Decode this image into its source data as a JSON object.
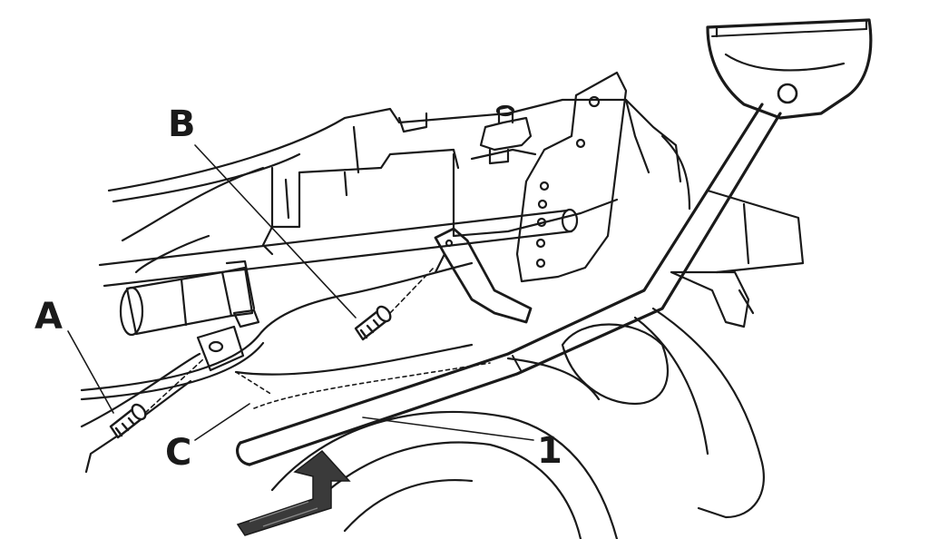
{
  "diagram": {
    "callouts": {
      "a": "A",
      "b": "B",
      "c": "C",
      "part_1": "1"
    },
    "colors": {
      "ink": "#1a1a1a",
      "paper": "#ffffff",
      "shade": "#3a3a3a"
    }
  }
}
